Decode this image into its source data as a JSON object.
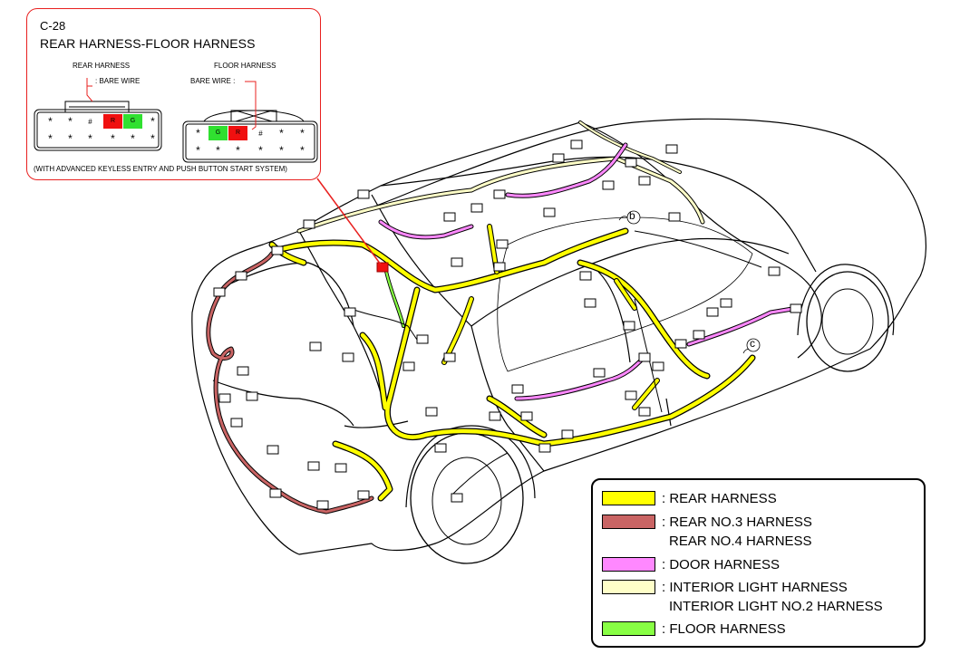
{
  "connector": {
    "code": "C-28",
    "title": "REAR HARNESS-FLOOR HARNESS",
    "left_label": "REAR HARNESS",
    "right_label": "FLOOR HARNESS",
    "left_wire_label": ": BARE WIRE",
    "right_wire_label": "BARE WIRE :",
    "note": "(WITH ADVANCED KEYLESS ENTRY AND PUSH BUTTON START SYSTEM)",
    "left_pins_top": [
      "*",
      "*",
      "#",
      "R",
      "G",
      "*"
    ],
    "left_pins_bottom": [
      "*",
      "*",
      "*",
      "*",
      "*",
      "*"
    ],
    "right_pins_top": [
      "*",
      "G",
      "R",
      "#",
      "*",
      "*"
    ],
    "right_pins_bottom": [
      "*",
      "*",
      "*",
      "*",
      "*",
      "*"
    ],
    "pin_colors": {
      "R": "#f01010",
      "G": "#30e030"
    }
  },
  "markers": {
    "b": "b",
    "c": "c"
  },
  "legend": [
    {
      "name": "rear",
      "lines": [
        ": REAR HARNESS"
      ],
      "color": "#ffff00"
    },
    {
      "name": "rear-no3",
      "lines": [
        ": REAR NO.3 HARNESS",
        "REAR NO.4 HARNESS"
      ],
      "color": "#c96464"
    },
    {
      "name": "door",
      "lines": [
        ": DOOR HARNESS"
      ],
      "color": "#ff88ff"
    },
    {
      "name": "interior-light",
      "lines": [
        ": INTERIOR LIGHT HARNESS",
        "INTERIOR LIGHT NO.2 HARNESS"
      ],
      "color": "#ffffc8"
    },
    {
      "name": "floor",
      "lines": [
        ": FLOOR HARNESS"
      ],
      "color": "#88ff44"
    }
  ]
}
